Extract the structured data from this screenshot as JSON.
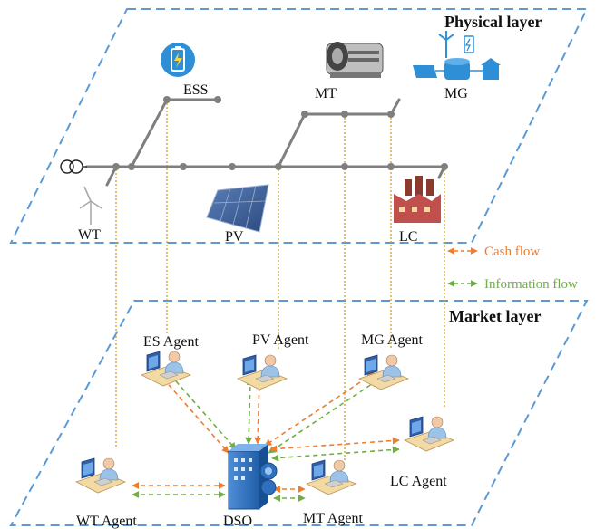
{
  "layers": {
    "physical": "Physical layer",
    "market": "Market layer"
  },
  "components": {
    "ess": "ESS",
    "mt": "MT",
    "mg": "MG",
    "wt": "WT",
    "pv": "PV",
    "lc": "LC"
  },
  "agents": {
    "es": "ES Agent",
    "pv": "PV Agent",
    "mg": "MG Agent",
    "lc": "LC Agent",
    "wt": "WT Agent",
    "dso": "DSO",
    "mt": "MT Agent"
  },
  "legend": {
    "cash_flow": "Cash flow",
    "information_flow": "Information flow"
  },
  "colors": {
    "layer_border": "#5b9bd5",
    "bus": "#7f7f7f",
    "cash_flow": "#ed7d31",
    "information_flow": "#70ad47",
    "vertical_link": "#c9a227",
    "icon_blue": "#2e8fd6",
    "factory": "#c0504d"
  }
}
